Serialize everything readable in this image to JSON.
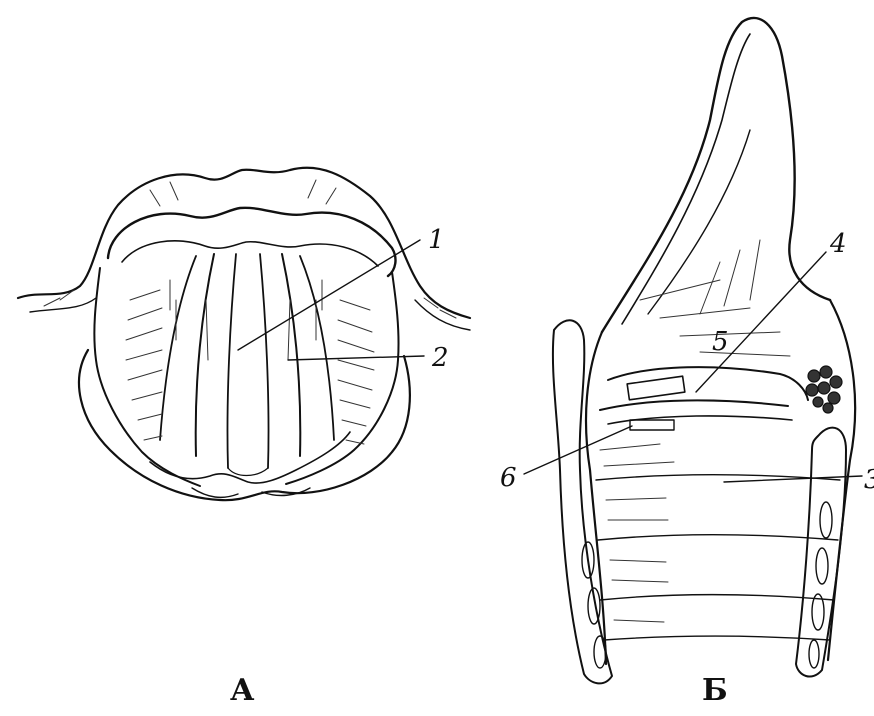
{
  "figure": {
    "panels": [
      {
        "letter": "А"
      },
      {
        "letter": "Б"
      }
    ],
    "callouts": [
      "1",
      "2",
      "3",
      "4",
      "5",
      "6"
    ]
  }
}
